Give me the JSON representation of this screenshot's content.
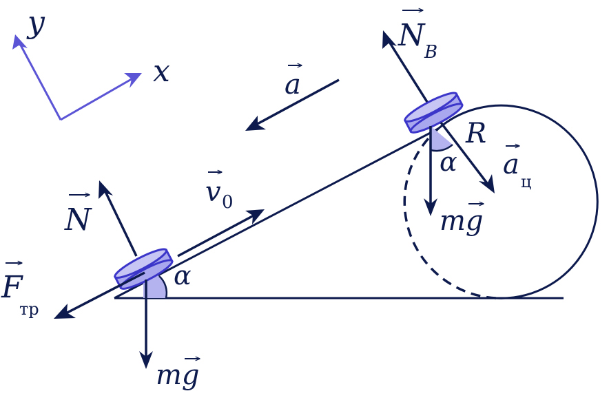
{
  "colors": {
    "ink": "#0d1a4d",
    "axis": "#5b55d6",
    "puck_fill": "#a9a8ee",
    "puck_stroke": "#3b35c9",
    "angle_fill": "#b4b3ef"
  },
  "axes": {
    "x_label": "x",
    "y_label": "y"
  },
  "labels": {
    "acceleration": "a",
    "velocity": "v",
    "velocity_sub": "0",
    "normal": "N",
    "normal_b": "N",
    "normal_b_sub": "B",
    "friction": "F",
    "friction_sub": "тр",
    "gravity_bottom": "mg",
    "gravity_top": "mg",
    "angle_bottom": "α",
    "angle_top": "α",
    "radius": "R",
    "centripetal": "a",
    "centripetal_sub": "ц"
  }
}
